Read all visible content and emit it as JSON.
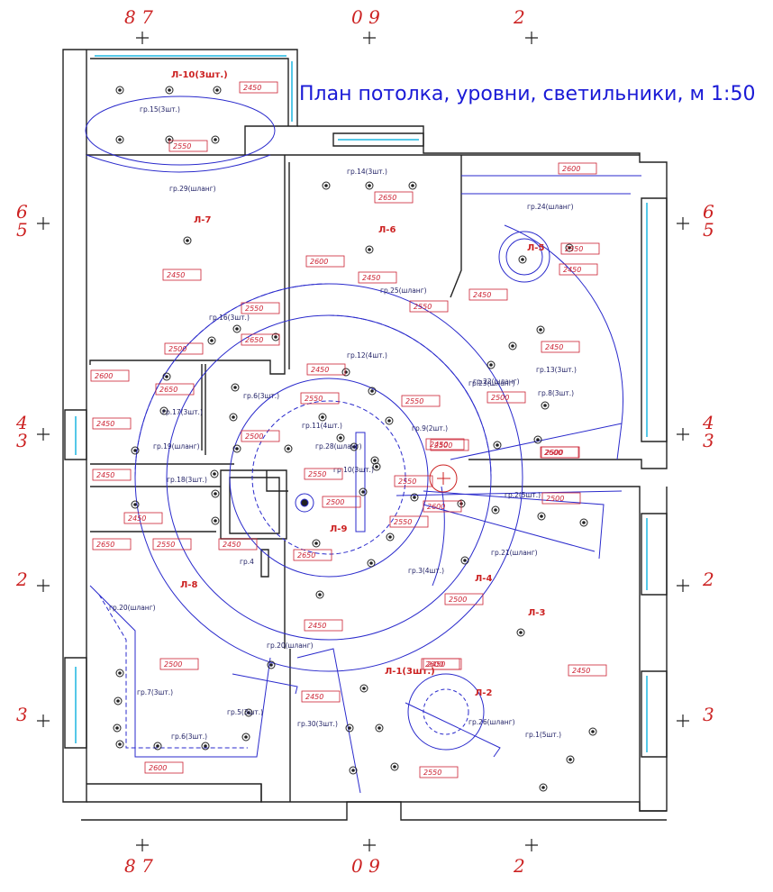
{
  "title": "План потолка, уровни, светильники, м 1:50",
  "axes": {
    "top": [
      "8 7",
      "0 9",
      "2"
    ],
    "bottom": [
      "8 7",
      "0 9",
      "2"
    ],
    "left": [
      "6 5",
      "4 3",
      "2",
      "3"
    ],
    "right": [
      "6 5",
      "4 3",
      "2",
      "3"
    ]
  },
  "lamp_labels": [
    "Л-10(3шт.)",
    "Л-7",
    "Л-6",
    "Л-5",
    "Л-9",
    "Л-4",
    "Л-3",
    "Л-8",
    "Л-1(3шт.)",
    "Л-2"
  ],
  "group_labels": [
    "гр.15(3шт.)",
    "гр.29(шланг)",
    "гр.14(3шт.)",
    "гр.24(шланг)",
    "гр.25(шланг)",
    "гр.16(3шт.)",
    "гр.12(4шт.)",
    "гр.13(3шт.)",
    "гр.23(шланг)",
    "гр.22(шланг)",
    "гр.8(3шт.)",
    "гр.6(3шт.)",
    "гр.17(3шт.)",
    "гр.11(4шт.)",
    "гр.9(2шт.)",
    "гр.19(шланг)",
    "гр.28(шланг)",
    "гр.10(3шт.)",
    "гр.18(3шт.)",
    "гр.2(5шт.)",
    "гр.21(шланг)",
    "гр.4",
    "гр.3(4шт.)",
    "гр.20(шланг)",
    "гр.20(шланг)",
    "гр.7(3шт.)",
    "гр.5(3шт.)",
    "гр.6(3шт.)",
    "гр.30(3шт.)",
    "гр.26(шланг)",
    "гр.1(5шт.)"
  ],
  "levels": [
    "2450",
    "2550",
    "2650",
    "2600",
    "2450",
    "2450",
    "2550",
    "2450",
    "2600",
    "2550",
    "2450",
    "2550",
    "2650",
    "2500",
    "2450",
    "2450",
    "2600",
    "2650",
    "2550",
    "2500",
    "2550",
    "2450",
    "2500",
    "2450",
    "2600",
    "2450",
    "2550",
    "2550",
    "2500",
    "2600",
    "2450",
    "2500",
    "2550",
    "2650",
    "2550",
    "2450",
    "2650",
    "2500",
    "2450",
    "2500",
    "2450",
    "2450",
    "2450",
    "2600",
    "2550",
    "2600",
    "2500",
    "2500"
  ],
  "colors": {
    "walls": "#222222",
    "ceiling_lines": "#2a2acc",
    "text_red": "#cc2222",
    "glazing": "#55c8e8"
  }
}
